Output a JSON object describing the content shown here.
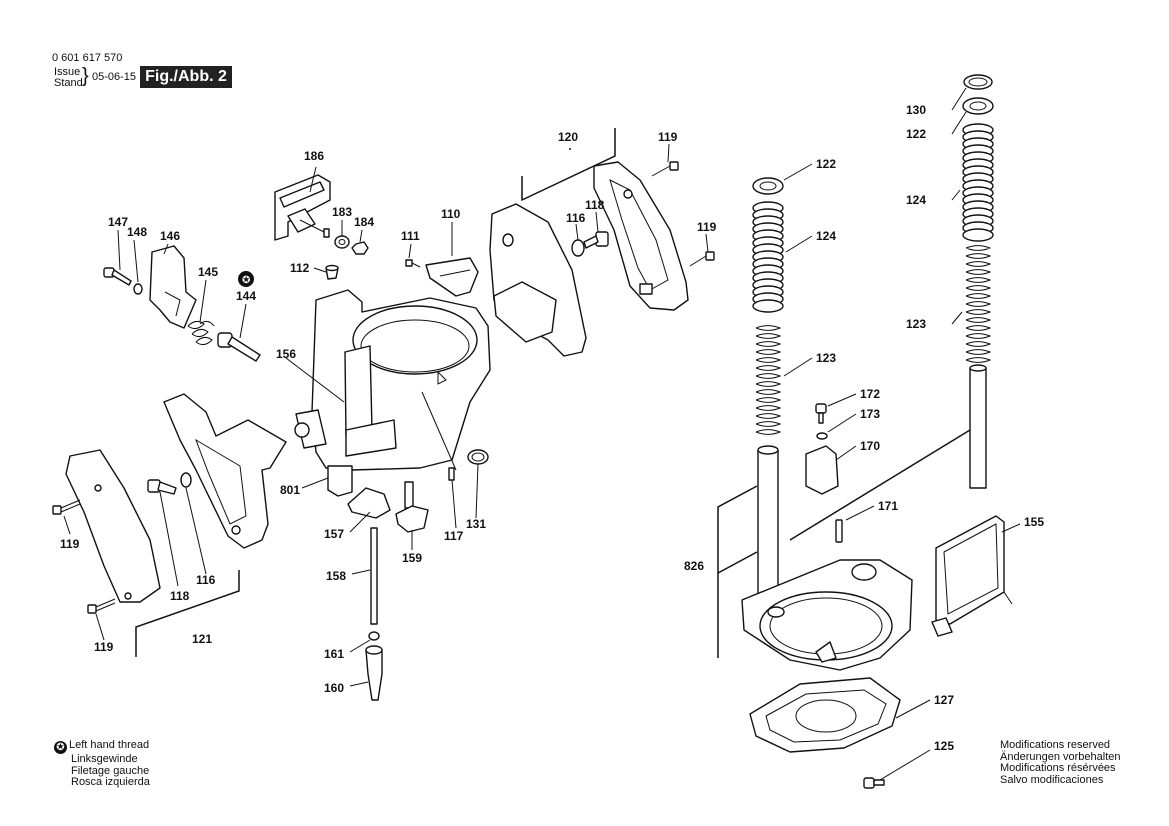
{
  "header": {
    "part_number": "0 601 617 570",
    "issue_label": "Issue",
    "stand_label": "Stand",
    "date": "05-06-15",
    "figure": "Fig./Abb. 2"
  },
  "footnote_left": {
    "symbol": "✪",
    "lines": [
      "Left hand thread",
      "Linksgewinde",
      "Filetage gauche",
      "Rosca izquierda"
    ]
  },
  "footnote_right": {
    "lines": [
      "Modifications reserved",
      "Änderungen vorbehalten",
      "Modifications résérvées",
      "Salvo modificaciones"
    ]
  },
  "labels": [
    {
      "id": "186",
      "text": "186"
    },
    {
      "id": "183",
      "text": "183"
    },
    {
      "id": "184",
      "text": "184"
    },
    {
      "id": "147",
      "text": "147"
    },
    {
      "id": "148",
      "text": "148"
    },
    {
      "id": "146",
      "text": "146"
    },
    {
      "id": "145",
      "text": "145"
    },
    {
      "id": "144",
      "text": "144"
    },
    {
      "id": "112",
      "text": "112"
    },
    {
      "id": "111",
      "text": "111"
    },
    {
      "id": "110",
      "text": "110"
    },
    {
      "id": "120",
      "text": "120"
    },
    {
      "id": "119a",
      "text": "119"
    },
    {
      "id": "116a",
      "text": "116"
    },
    {
      "id": "118a",
      "text": "118"
    },
    {
      "id": "119b",
      "text": "119"
    },
    {
      "id": "156",
      "text": "156"
    },
    {
      "id": "801",
      "text": "801"
    },
    {
      "id": "157",
      "text": "157"
    },
    {
      "id": "159",
      "text": "159"
    },
    {
      "id": "117",
      "text": "117"
    },
    {
      "id": "131",
      "text": "131"
    },
    {
      "id": "158",
      "text": "158"
    },
    {
      "id": "161",
      "text": "161"
    },
    {
      "id": "160",
      "text": "160"
    },
    {
      "id": "119c",
      "text": "119"
    },
    {
      "id": "118b",
      "text": "118"
    },
    {
      "id": "116b",
      "text": "116"
    },
    {
      "id": "119d",
      "text": "119"
    },
    {
      "id": "121",
      "text": "121"
    },
    {
      "id": "122a",
      "text": "122"
    },
    {
      "id": "124a",
      "text": "124"
    },
    {
      "id": "123a",
      "text": "123"
    },
    {
      "id": "172",
      "text": "172"
    },
    {
      "id": "173",
      "text": "173"
    },
    {
      "id": "170",
      "text": "170"
    },
    {
      "id": "171",
      "text": "171"
    },
    {
      "id": "826",
      "text": "826"
    },
    {
      "id": "130",
      "text": "130"
    },
    {
      "id": "122b",
      "text": "122"
    },
    {
      "id": "124b",
      "text": "124"
    },
    {
      "id": "123b",
      "text": "123"
    },
    {
      "id": "155",
      "text": "155"
    },
    {
      "id": "127",
      "text": "127"
    },
    {
      "id": "125",
      "text": "125"
    }
  ]
}
